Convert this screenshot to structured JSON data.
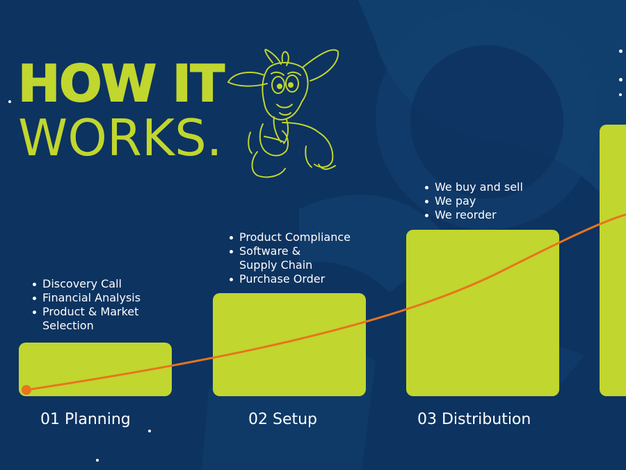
{
  "title": {
    "line1": "HOW IT",
    "line2": "WORKS."
  },
  "steps": [
    {
      "label": "01 Planning",
      "bullets": [
        "Discovery Call",
        "Financial Analysis",
        "Product & Market",
        "Selection"
      ]
    },
    {
      "label": "02 Setup",
      "bullets": [
        "Product Compliance",
        "Software &",
        "Supply Chain",
        "Purchase Order"
      ]
    },
    {
      "label": "03 Distribution",
      "bullets": [
        "We buy and sell",
        "We pay",
        "We reorder"
      ]
    }
  ],
  "colors": {
    "background": "#0d3360",
    "accent": "#c1d62e",
    "curve": "#e8741e",
    "text": "#ffffff"
  },
  "icons": {
    "mascot": "goat-mascot-icon"
  }
}
